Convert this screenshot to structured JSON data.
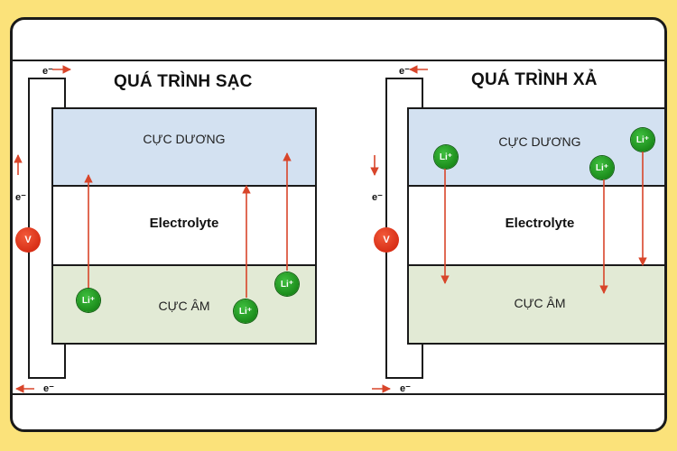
{
  "panels": [
    {
      "title": "QUÁ TRÌNH SẠC",
      "layers": {
        "positive": "CỰC DƯƠNG",
        "electrolyte": "Electrolyte",
        "negative": "CỰC ÂM"
      },
      "voltmeter": "V",
      "electron": "e⁻",
      "ion": "Li⁺"
    },
    {
      "title": "QUÁ TRÌNH XẢ",
      "layers": {
        "positive": "CỰC DƯƠNG",
        "electrolyte": "Electrolyte",
        "negative": "CỰC ÂM"
      },
      "voltmeter": "V",
      "electron": "e⁻",
      "ion": "Li⁺"
    }
  ],
  "colors": {
    "background": "#fbe27a",
    "positive_layer": "#d3e1f1",
    "negative_layer": "#e2ead5",
    "arrow": "#d8452a",
    "ion": "#1b8c1b",
    "voltmeter": "#d82f17"
  }
}
